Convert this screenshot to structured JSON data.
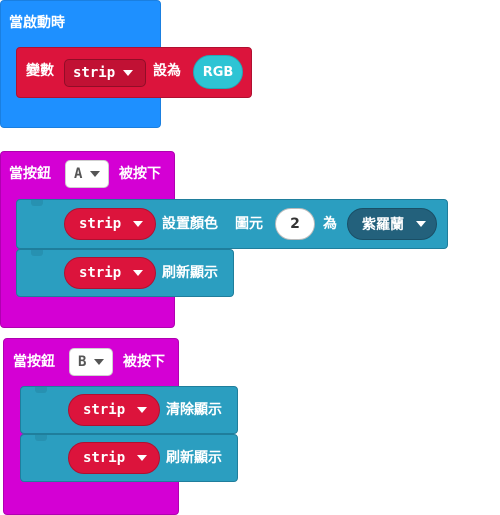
{
  "start_event": {
    "label": "當啟動時"
  },
  "set_variable": {
    "label": "變數",
    "variable": "strip",
    "set_label": "設為",
    "value": "RGB"
  },
  "button_a_event": {
    "prefix": "當按鈕",
    "button": "A",
    "suffix": "被按下"
  },
  "set_pixel_color": {
    "strip": "strip",
    "label": "設置顏色",
    "pixel_label": "圖元",
    "pixel_index": "2",
    "as_label": "為",
    "color": "紫羅蘭"
  },
  "show_a": {
    "strip": "strip",
    "label": "刷新顯示"
  },
  "button_b_event": {
    "prefix": "當按鈕",
    "button": "B",
    "suffix": "被按下"
  },
  "clear_b": {
    "strip": "strip",
    "label": "清除顯示"
  },
  "show_b": {
    "strip": "strip",
    "label": "刷新顯示"
  },
  "colors": {
    "event_start": "#1e90ff",
    "variables": "#dc143c",
    "input_event": "#d400d4",
    "neopixel": "#2b9ec0",
    "rgb": "#2ec4d4"
  }
}
